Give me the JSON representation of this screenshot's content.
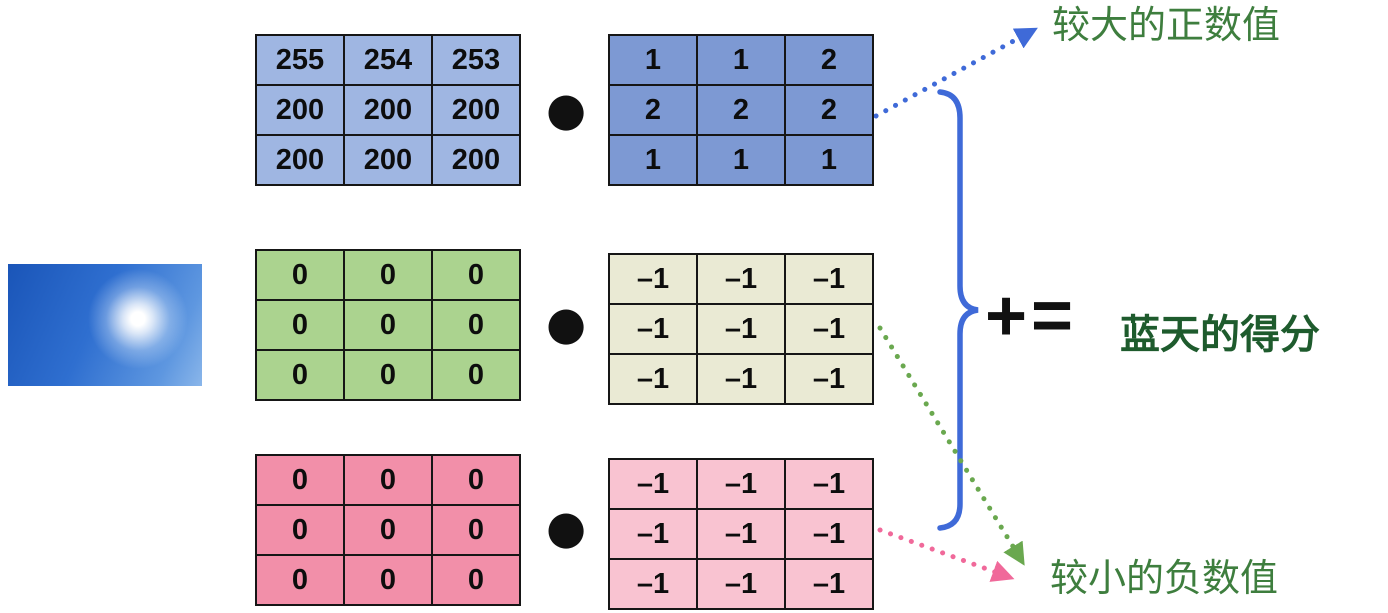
{
  "figure": {
    "operator_dot": "●",
    "plus_equals": "+=",
    "labels": {
      "large_positive": "较大的正数值",
      "small_negative": "较小的负数值",
      "result": "蓝天的得分"
    },
    "sky_image": {
      "description": "blue sky photo with sun glow"
    },
    "matrices": {
      "blue_pixels": {
        "fill": "#9fb6e2",
        "values": [
          [
            "255",
            "254",
            "253"
          ],
          [
            "200",
            "200",
            "200"
          ],
          [
            "200",
            "200",
            "200"
          ]
        ]
      },
      "blue_filter": {
        "fill": "#7d99d3",
        "values": [
          [
            "1",
            "1",
            "2"
          ],
          [
            "2",
            "2",
            "2"
          ],
          [
            "1",
            "1",
            "1"
          ]
        ]
      },
      "green_pixels": {
        "fill": "#abd38f",
        "values": [
          [
            "0",
            "0",
            "0"
          ],
          [
            "0",
            "0",
            "0"
          ],
          [
            "0",
            "0",
            "0"
          ]
        ]
      },
      "green_filter": {
        "fill": "#eaead4",
        "values": [
          [
            "–1",
            "–1",
            "–1"
          ],
          [
            "–1",
            "–1",
            "–1"
          ],
          [
            "–1",
            "–1",
            "–1"
          ]
        ]
      },
      "red_pixels": {
        "fill": "#f28fa9",
        "values": [
          [
            "0",
            "0",
            "0"
          ],
          [
            "0",
            "0",
            "0"
          ],
          [
            "0",
            "0",
            "0"
          ]
        ]
      },
      "red_filter": {
        "fill": "#f9c3d1",
        "values": [
          [
            "–1",
            "–1",
            "–1"
          ],
          [
            "–1",
            "–1",
            "–1"
          ],
          [
            "–1",
            "–1",
            "–1"
          ]
        ]
      }
    },
    "palette": {
      "annotation_green": "#3e7e3e",
      "result_green": "#1e5b2d",
      "brace_blue": "#3f6ad8",
      "arrow_blue": "#3f6ad8",
      "arrow_green": "#6aa84f",
      "arrow_pink": "#f0699a",
      "matrix_line": "#161616",
      "operator_black": "#111111"
    }
  }
}
